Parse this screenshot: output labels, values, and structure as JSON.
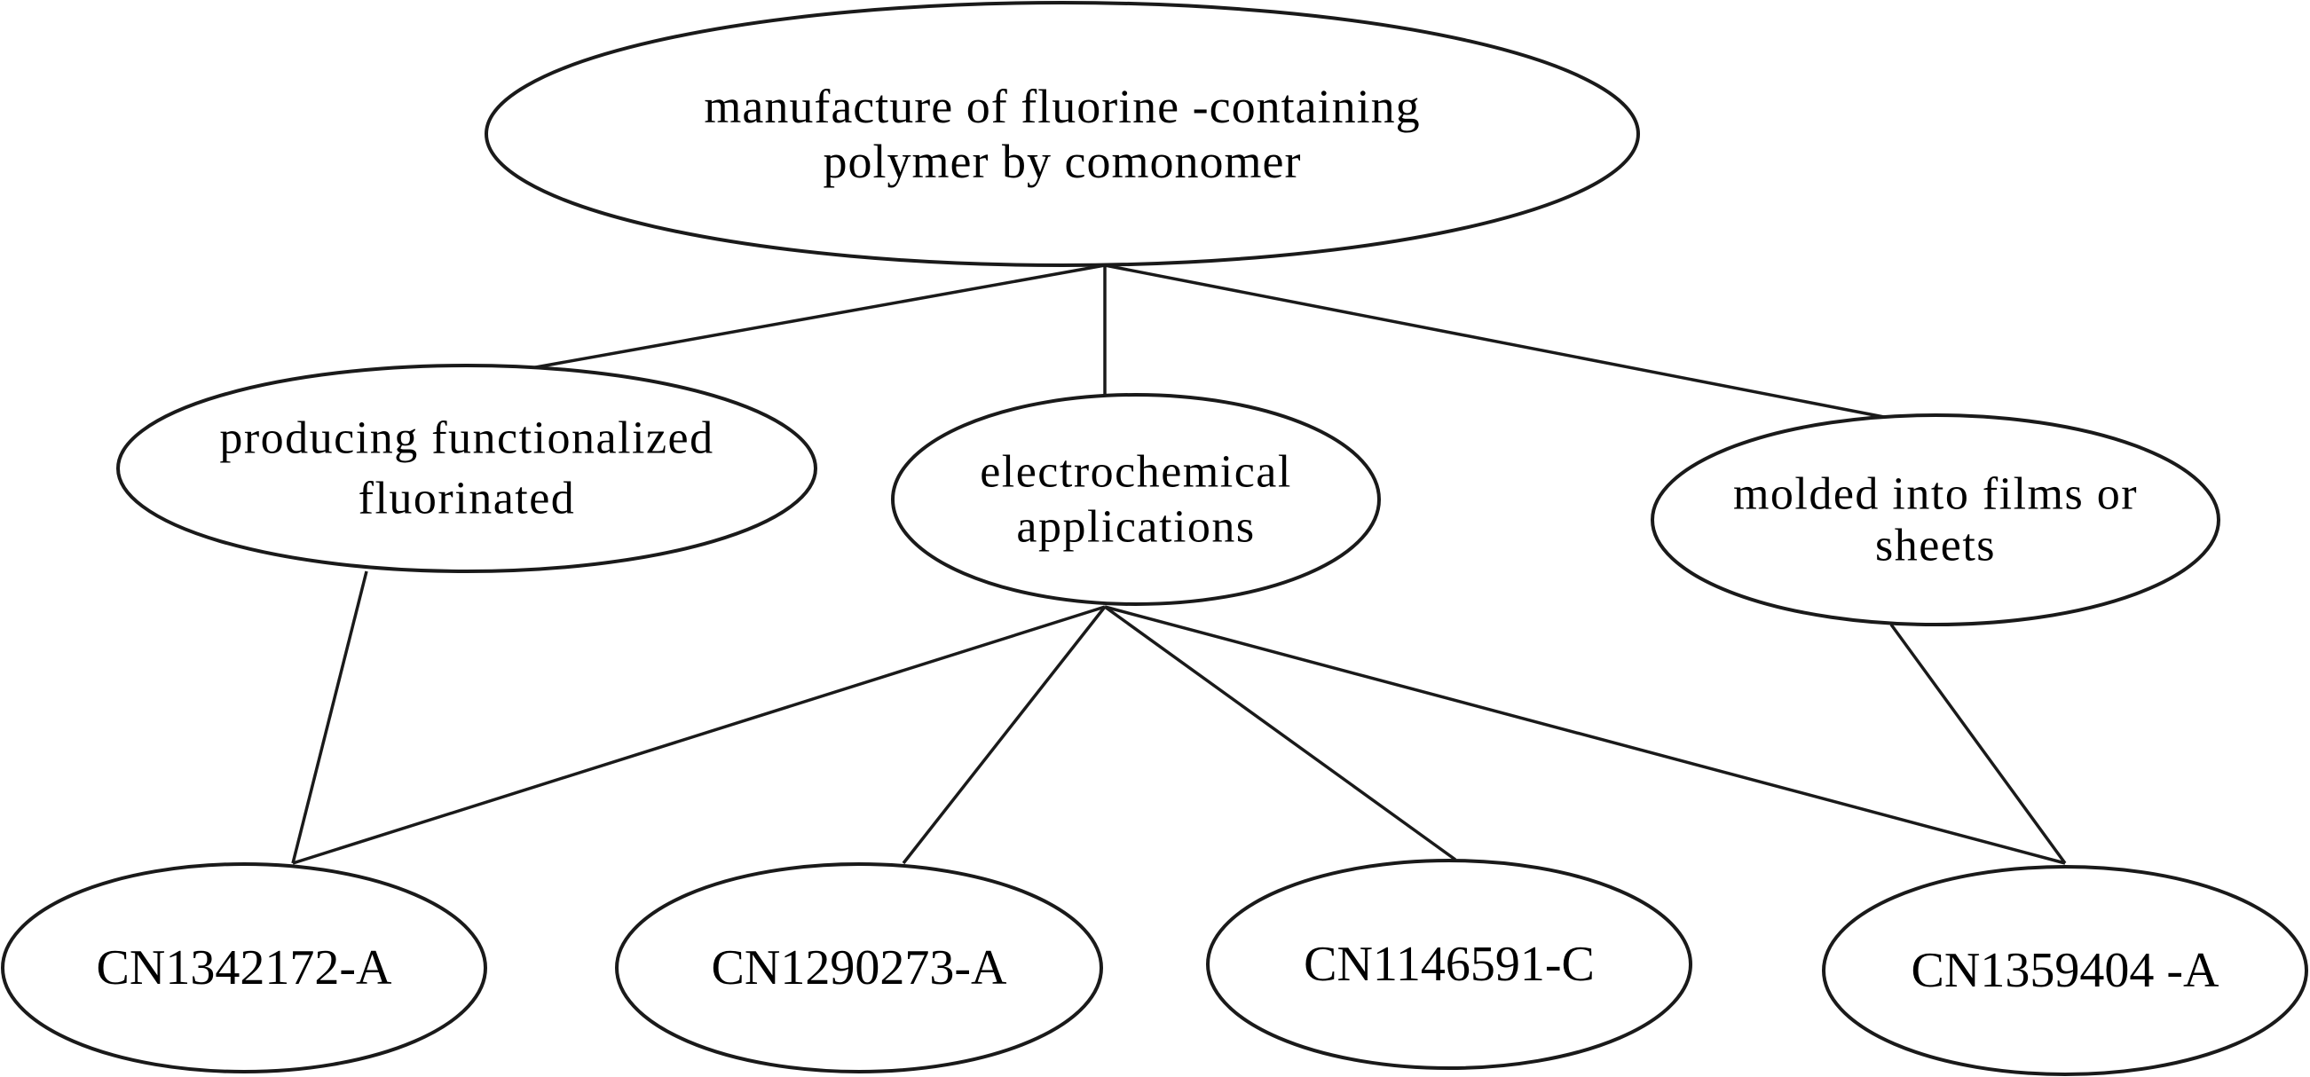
{
  "diagram": {
    "root": {
      "id": "root",
      "lines": [
        "manufacture of fluorine    -containing",
        "polymer    by comonomer"
      ]
    },
    "categories": [
      {
        "id": "cat-functionalized",
        "lines": [
          "producing functionalized",
          "fluorinated"
        ]
      },
      {
        "id": "cat-electrochemical",
        "lines": [
          "electrochemical",
          "applications"
        ]
      },
      {
        "id": "cat-films",
        "lines": [
          "molded into films or",
          "sheets"
        ]
      }
    ],
    "patents": [
      {
        "id": "p1",
        "lines": [
          "CN1342172-A"
        ]
      },
      {
        "id": "p2",
        "lines": [
          "CN1290273-A"
        ]
      },
      {
        "id": "p3",
        "lines": [
          "CN1146591-C"
        ]
      },
      {
        "id": "p4",
        "lines": [
          "CN1359404 -A"
        ]
      }
    ],
    "edges": [
      {
        "from": "root",
        "to": "cat-functionalized"
      },
      {
        "from": "root",
        "to": "cat-electrochemical"
      },
      {
        "from": "root",
        "to": "cat-films"
      },
      {
        "from": "cat-functionalized",
        "to": "p1"
      },
      {
        "from": "cat-electrochemical",
        "to": "p1"
      },
      {
        "from": "cat-electrochemical",
        "to": "p2"
      },
      {
        "from": "cat-electrochemical",
        "to": "p3"
      },
      {
        "from": "cat-electrochemical",
        "to": "p4"
      },
      {
        "from": "cat-films",
        "to": "p4"
      }
    ]
  }
}
